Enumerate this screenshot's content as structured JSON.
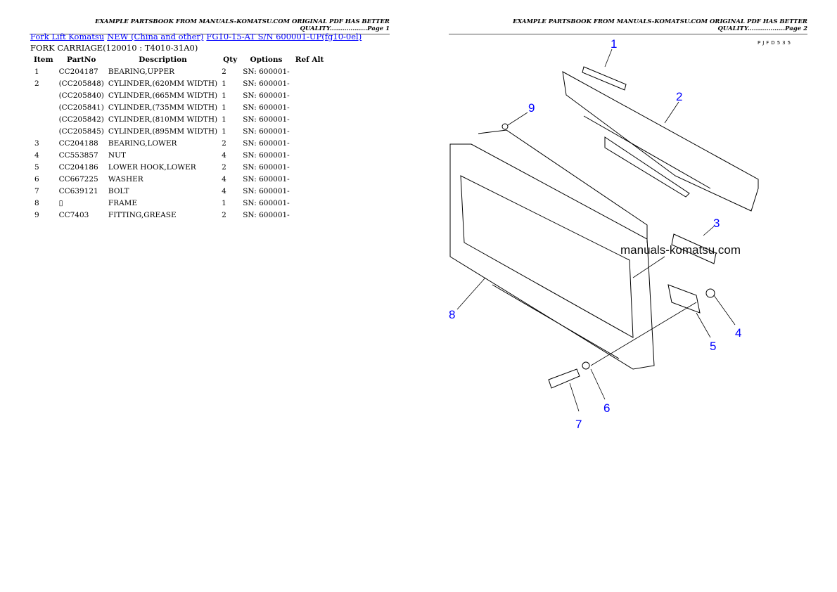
{
  "header_left": "EXAMPLE PARTSBOOK FROM MANUALS-KOMATSU.COM ORIGINAL PDF HAS BETTER QUALITY..................Page 1",
  "header_right": "EXAMPLE PARTSBOOK FROM MANUALS-KOMATSU.COM ORIGINAL PDF HAS BETTER QUALITY..................Page 2",
  "breadcrumb": [
    "Fork Lift Komatsu",
    "NEW (China and other)",
    "FG10-15-AT S/N 600001-UP(fg10-0el)"
  ],
  "subtitle": "FORK CARRIAGE(120010 : T4010-31A0)",
  "columns": [
    "Item",
    "PartNo",
    "Description",
    "Qty",
    "Options",
    "Ref Alt"
  ],
  "rows": [
    [
      "1",
      "CC204187",
      "BEARING,UPPER",
      "2",
      "SN: 600001-",
      ""
    ],
    [
      "2",
      "(CC205848)",
      "CYLINDER,(620MM WIDTH)",
      "1",
      "SN: 600001-",
      ""
    ],
    [
      "",
      "(CC205840)",
      "CYLINDER,(665MM WIDTH)",
      "1",
      "SN: 600001-",
      ""
    ],
    [
      "",
      "(CC205841)",
      "CYLINDER,(735MM WIDTH)",
      "1",
      "SN: 600001-",
      ""
    ],
    [
      "",
      "(CC205842)",
      "CYLINDER,(810MM WIDTH)",
      "1",
      "SN: 600001-",
      ""
    ],
    [
      "",
      "(CC205845)",
      "CYLINDER,(895MM WIDTH)",
      "1",
      "SN: 600001-",
      ""
    ],
    [
      "3",
      "CC204188",
      "BEARING,LOWER",
      "2",
      "SN: 600001-",
      ""
    ],
    [
      "4",
      "CC553857",
      "NUT",
      "4",
      "SN: 600001-",
      ""
    ],
    [
      "5",
      "CC204186",
      "LOWER HOOK,LOWER",
      "2",
      "SN: 600001-",
      ""
    ],
    [
      "6",
      "CC667225",
      "WASHER",
      "4",
      "SN: 600001-",
      ""
    ],
    [
      "7",
      "CC639121",
      "BOLT",
      "4",
      "SN: 600001-",
      ""
    ],
    [
      "8",
      "▯",
      "FRAME",
      "1",
      "SN: 600001-",
      ""
    ],
    [
      "9",
      "CC7403",
      "FITTING,GREASE",
      "2",
      "SN: 600001-",
      ""
    ]
  ],
  "diagram": {
    "code": "PJFD535",
    "watermark": "manuals-komatsu.com",
    "callouts": [
      "1",
      "2",
      "3",
      "4",
      "5",
      "6",
      "7",
      "8",
      "9"
    ]
  }
}
